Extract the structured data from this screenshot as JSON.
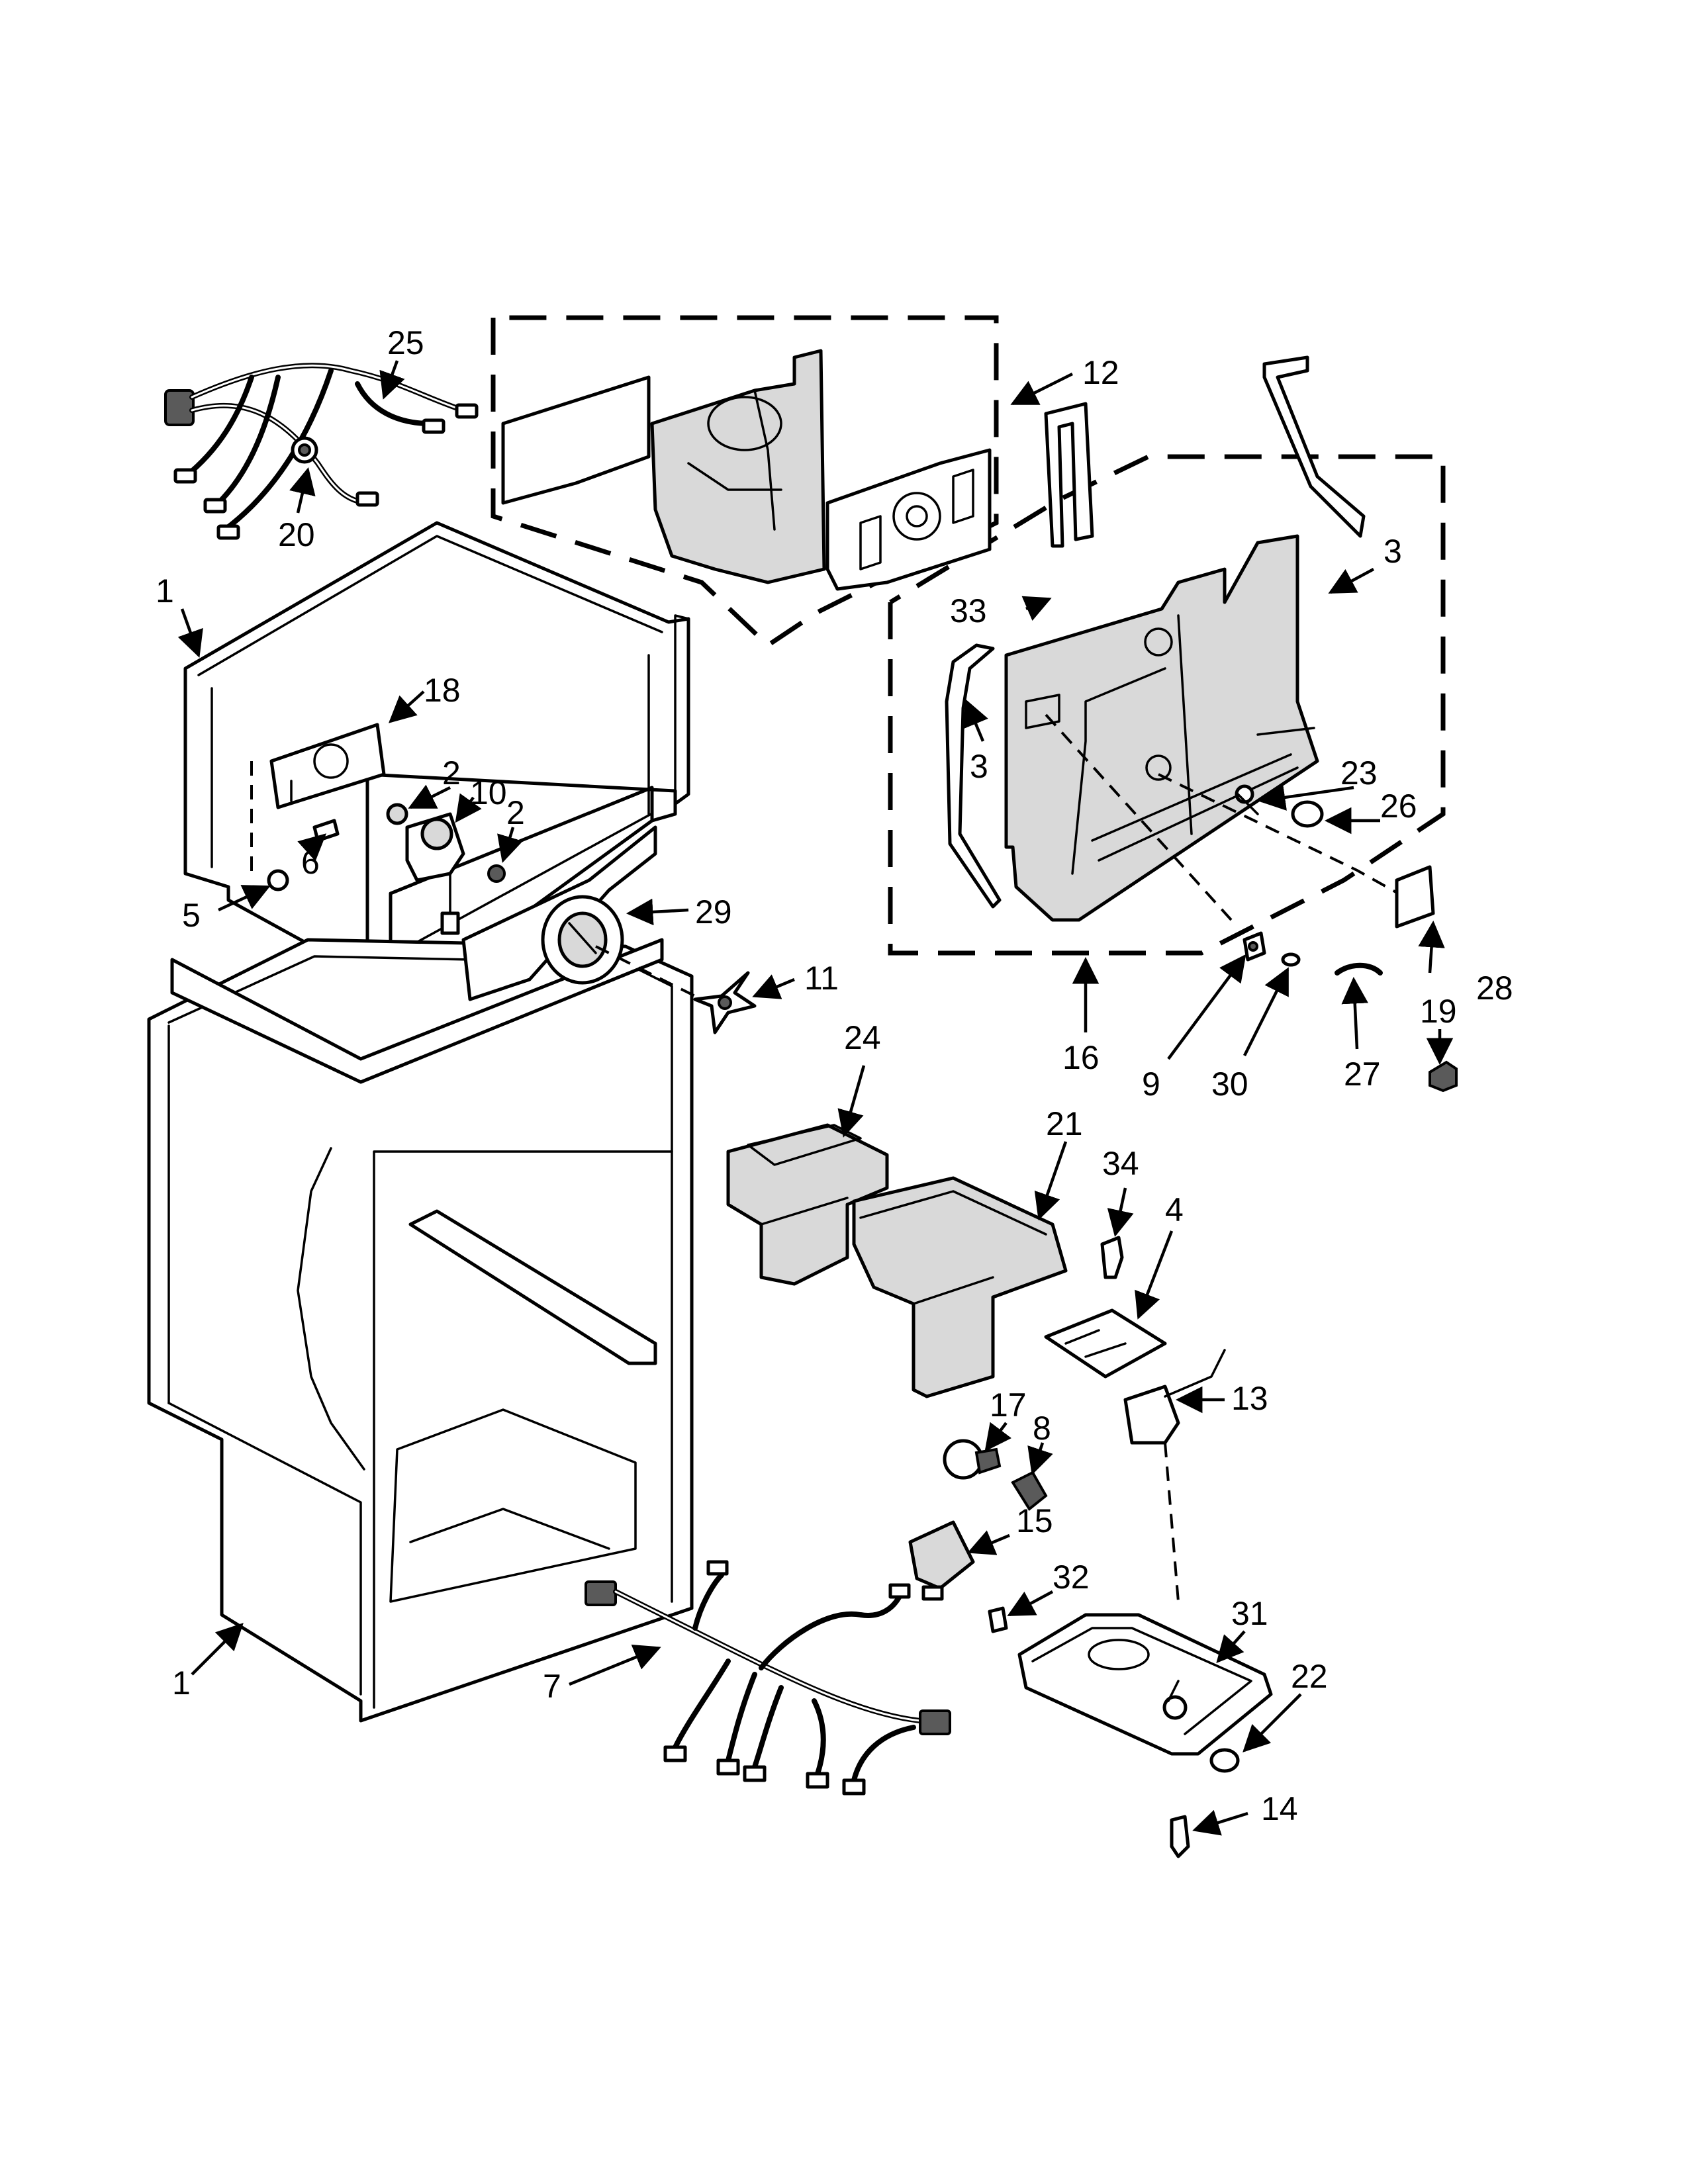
{
  "callouts": {
    "c1a": "1",
    "c1b": "1",
    "c2a": "2",
    "c2b": "2",
    "c3a": "3",
    "c3b": "3",
    "c4": "4",
    "c5": "5",
    "c6": "6",
    "c7": "7",
    "c8": "8",
    "c9": "9",
    "c10": "10",
    "c11": "11",
    "c12": "12",
    "c13": "13",
    "c14": "14",
    "c15": "15",
    "c16": "16",
    "c17": "17",
    "c18": "18",
    "c19": "19",
    "c20": "20",
    "c21": "21",
    "c22": "22",
    "c23": "23",
    "c24": "24",
    "c25": "25",
    "c26": "26",
    "c27": "27",
    "c28": "28",
    "c29": "29",
    "c30": "30",
    "c31": "31",
    "c32": "32",
    "c33": "33",
    "c34": "34"
  }
}
